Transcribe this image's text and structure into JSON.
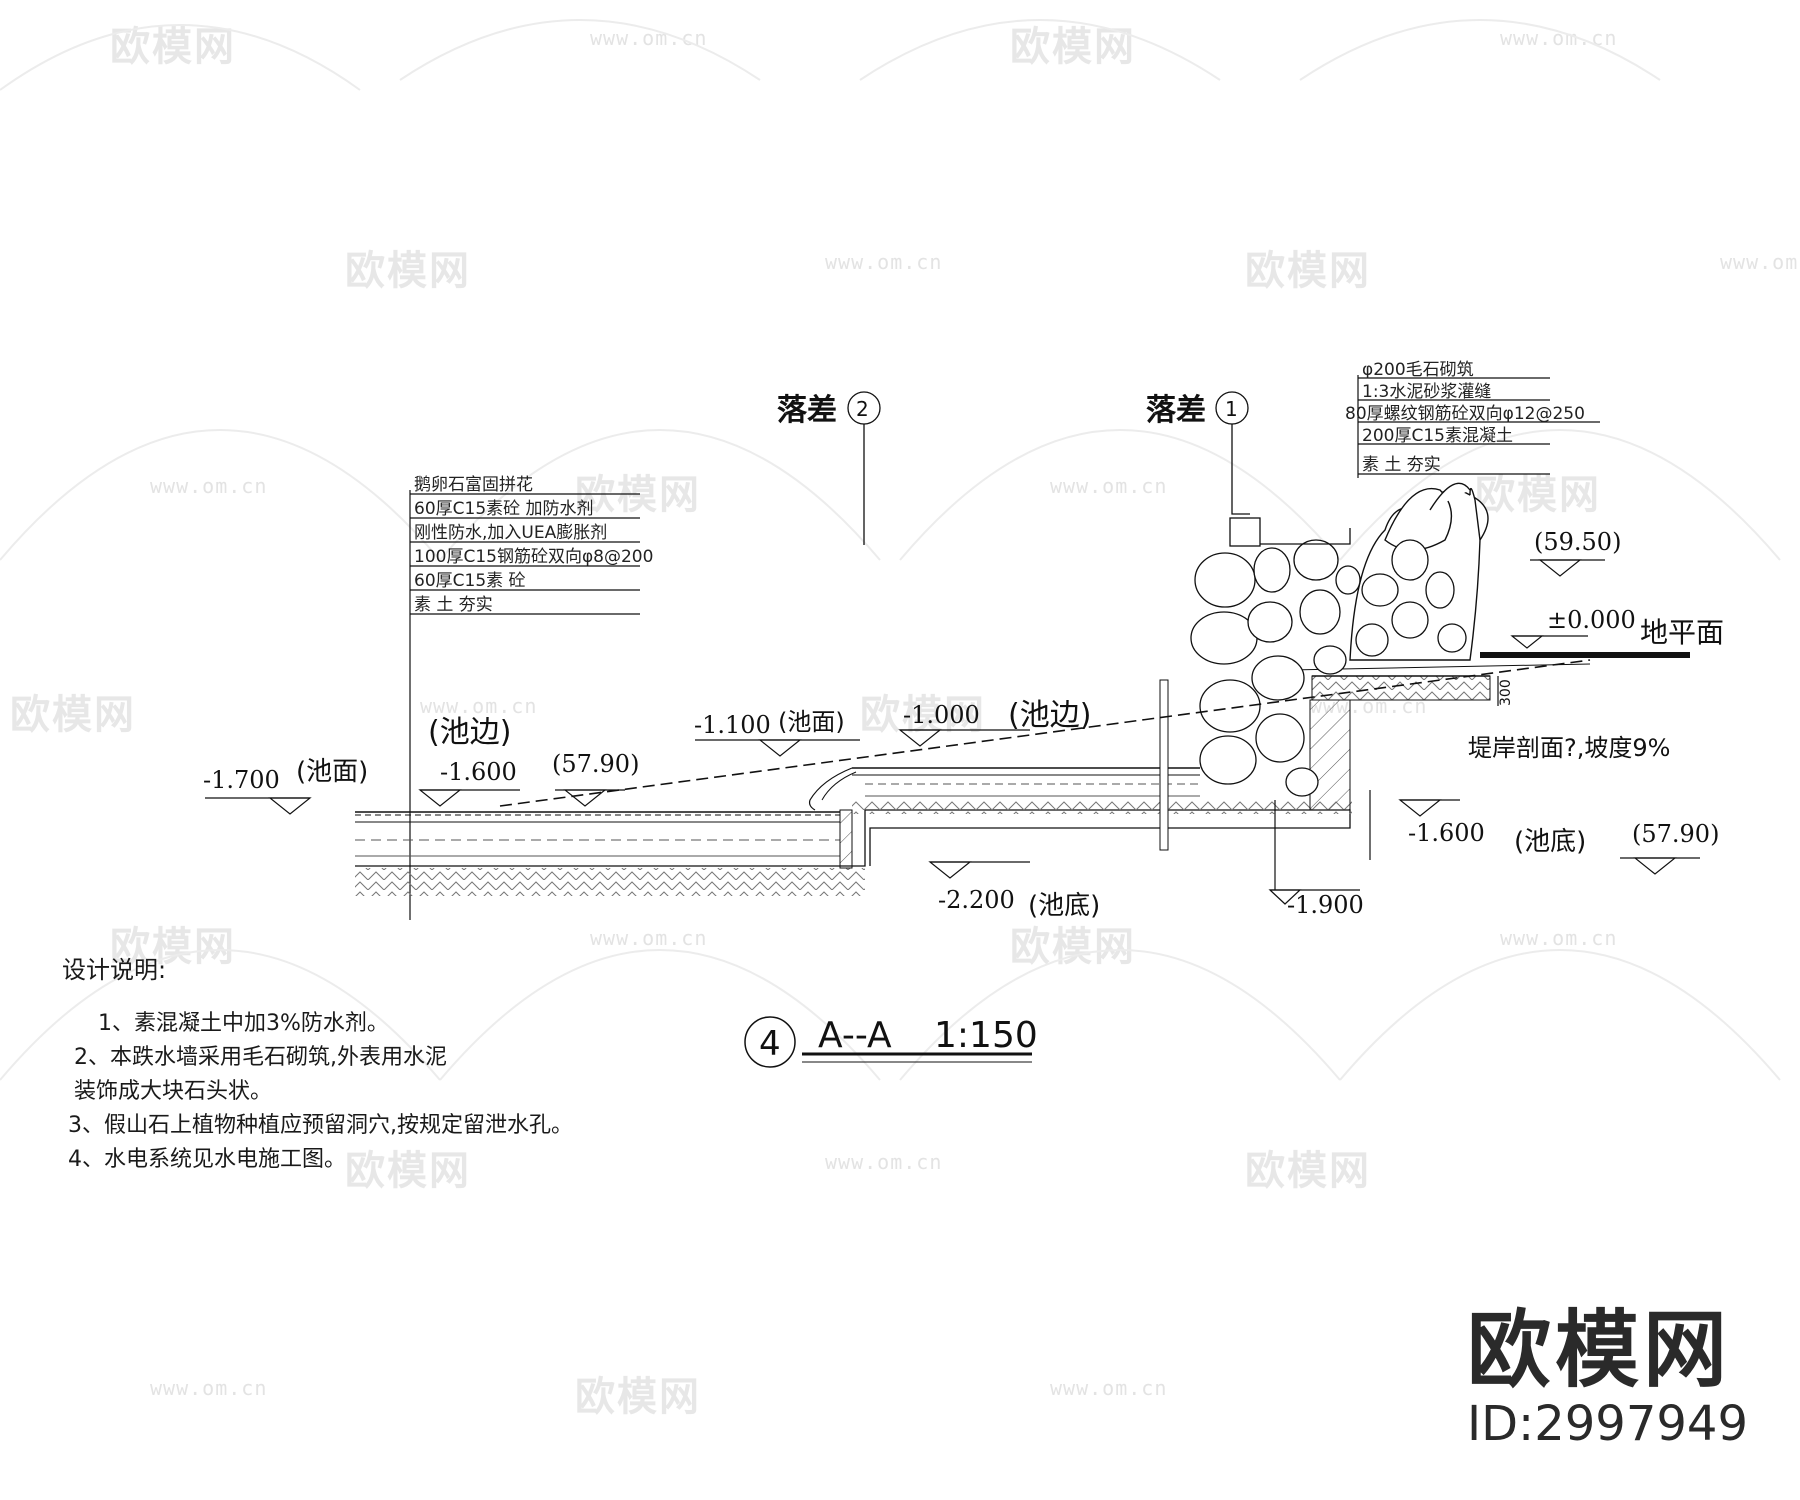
{
  "watermark": {
    "logo_text": "欧模网",
    "url_text": "www.om.cn"
  },
  "drop_labels": {
    "drop_2": {
      "text": "落差",
      "num": "2"
    },
    "drop_1": {
      "text": "落差",
      "num": "1"
    }
  },
  "layers_left": [
    "鹅卵石富固拼花",
    "60厚C15素砼 加防水剂",
    "刚性防水,加入UEA膨胀剂",
    "100厚C15钢筋砼双向φ8@200",
    "60厚C15素 砼",
    "素 土 夯实"
  ],
  "layers_right": [
    "φ200毛石砌筑",
    "1:3水泥砂浆灌缝",
    "80厚螺纹钢筋砼双向φ12@250",
    "200厚C15素混凝土",
    "素 土 夯实"
  ],
  "elevations": {
    "e_1700": "-1.700",
    "e_1600_left": "-1.600",
    "e_1100": "-1.100",
    "e_1000": "-1.000",
    "e_2200": "-2.200",
    "e_1900": "-1.900",
    "e_1600_right": "-1.600",
    "e_0000": "±0.000"
  },
  "absolute_levels": {
    "l_5790_left": "(57.90)",
    "l_5790_right": "(57.90)",
    "l_5950": "(59.50)"
  },
  "tags": {
    "pool_surface_left": "(池面)",
    "pool_edge_left": "(池边)",
    "pool_surface_mid": "(池面)",
    "pool_edge_mid": "(池边)",
    "pool_bottom_mid": "(池底)",
    "pool_bottom_right": "(池底)",
    "ground": "地平面",
    "dim_300": "300",
    "bank_note": "堤岸剖面?,坡度9%"
  },
  "section_title": {
    "num": "4",
    "name": "A--A",
    "scale": "1:150"
  },
  "design_notes": {
    "title": "设计说明:",
    "items": [
      "1、素混凝土中加3%防水剂。",
      "2、本跌水墙采用毛石砌筑,外表用水泥",
      "装饰成大块石头状。",
      "3、假山石上植物种植应预留洞穴,按规定留泄水孔。",
      "4、水电系统见水电施工图。"
    ]
  },
  "brand": {
    "name": "欧模网",
    "id": "ID:2997949"
  }
}
